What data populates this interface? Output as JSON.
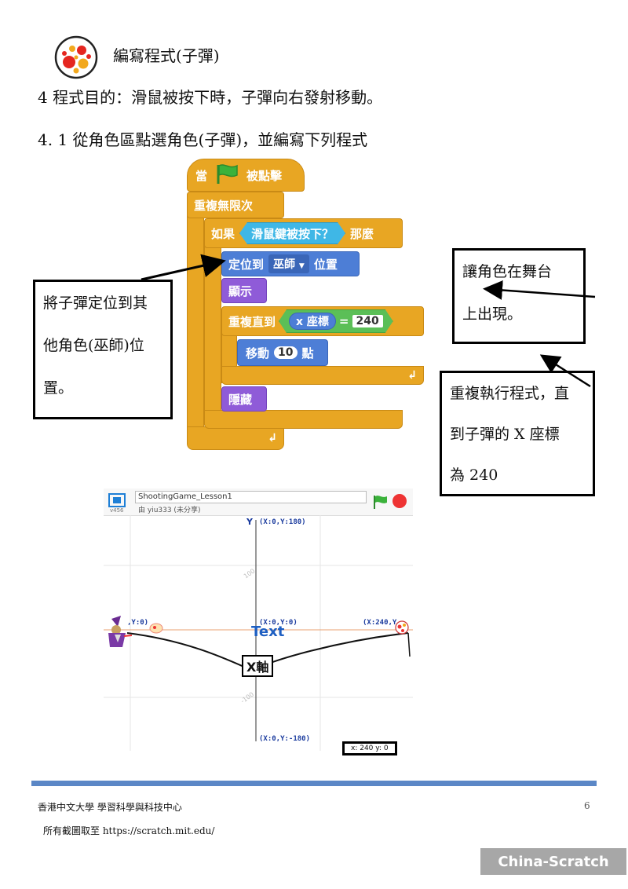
{
  "header": {
    "icon": "red-yellow-dots-logo",
    "title": "編寫程式(子彈)",
    "goal": "4 程式目的：滑鼠被按下時，子彈向右發射移動。",
    "step": "4. 1 從角色區點選角色(子彈)，並編寫下列程式"
  },
  "script": {
    "hat_when": "當",
    "hat_clicked": "被點擊",
    "forever": "重複無限次",
    "if_label": "如果",
    "condition": "滑鼠鍵被按下？",
    "then_label": "那麼",
    "goto_label": "定位到",
    "goto_target": "巫師",
    "goto_suffix": "位置",
    "show": "顯示",
    "repeat_until": "重複直到",
    "x_position": "x 座標",
    "equals": "=",
    "target_value": "240",
    "move_label": "移動",
    "move_steps": "10",
    "move_suffix": "點",
    "hide": "隱藏"
  },
  "callouts": {
    "left_lines": [
      "將子彈定位到其",
      "他角色(巫師)位",
      "置。"
    ],
    "right_top_lines": [
      "讓角色在舞台",
      "上出現。"
    ],
    "right_bottom_lines": [
      "重複執行程式，直",
      "到子彈的 X 座標",
      "為 240"
    ]
  },
  "stage": {
    "project_title": "ShootingGame_Lesson1",
    "author": "由 yiu333 (未分享)",
    "version": "v456",
    "y_axis_label": "Y",
    "top_coord": "(X:0,Y:180)",
    "bottom_coord": "(X:0,Y:-180)",
    "center_coord": "(X:0,Y:0)",
    "left_coord": ",Y:0)",
    "right_coord": "(X:240,Y",
    "center_text": "Text",
    "x_axis_label": "X軸",
    "tick_100": "100",
    "tick_neg100": "-100",
    "readout": "x: 240  y: 0"
  },
  "footer": {
    "org": "香港中文大學  學習科學與科技中心",
    "page": "6",
    "source": "所有截圖取至 https://scratch.mit.edu/"
  },
  "watermark": "China-Scratch",
  "colors": {
    "control": "#e8a623",
    "motion": "#4d7ed6",
    "looks": "#8f5bd8",
    "sensing": "#3fb7e6",
    "operator": "#5bbf57",
    "footer_bar": "#5b87c6"
  }
}
